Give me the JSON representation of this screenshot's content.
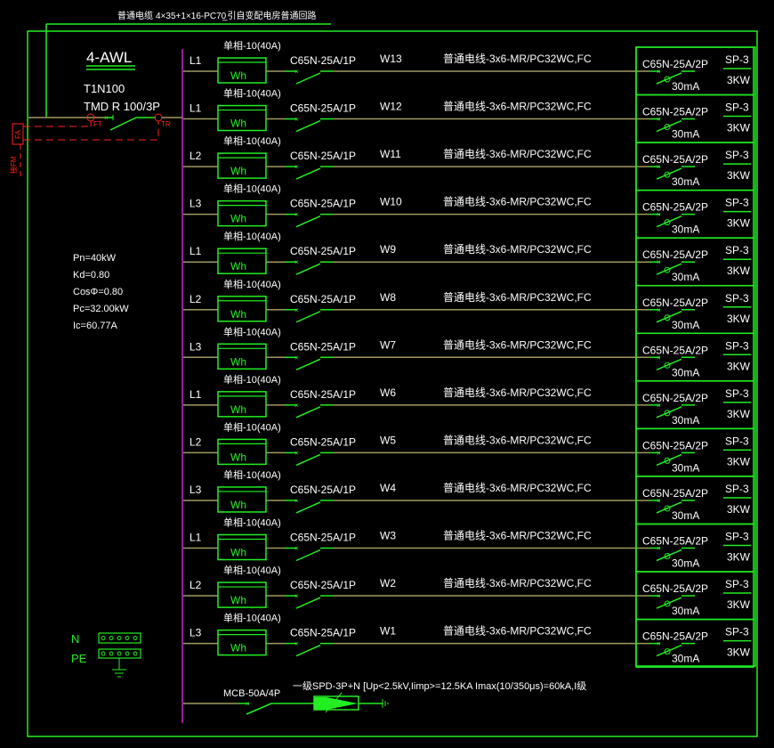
{
  "header": {
    "cable_label": "普通电缆",
    "cable_spec": "4×35+1×16-PC70",
    "cable_note": "_引自变配电房普通回路"
  },
  "panel": {
    "name": "4-AWL",
    "main_breaker_model": "T1N100",
    "main_breaker_trip": "TMD R 100/3P",
    "ft_label": "FT",
    "tr_label": "TR",
    "fa_label": "FA",
    "fm_label": "接FM"
  },
  "load_calc": {
    "pn": "Pn=40kW",
    "kd": "Kd=0.80",
    "cos": "CosΦ=0.80",
    "pc": "Pc=32.00kW",
    "ic": "Ic=60.77A"
  },
  "terminals": {
    "n_label": "N",
    "pe_label": "PE"
  },
  "circuits": [
    {
      "phase": "L1",
      "meter_spec": "单相-10(40A)",
      "meter": "Wh",
      "breaker": "C65N-25A/1P",
      "id": "W13",
      "cable": "普通电线-3x6-MR/PC32WC,FC",
      "rcd": "C65N-25A/2P",
      "rcd_ma": "30mA",
      "load": "SP-3",
      "power": "3KW"
    },
    {
      "phase": "L1",
      "meter_spec": "单相-10(40A)",
      "meter": "Wh",
      "breaker": "C65N-25A/1P",
      "id": "W12",
      "cable": "普通电线-3x6-MR/PC32WC,FC",
      "rcd": "C65N-25A/2P",
      "rcd_ma": "30mA",
      "load": "SP-3",
      "power": "3KW"
    },
    {
      "phase": "L2",
      "meter_spec": "单相-10(40A)",
      "meter": "Wh",
      "breaker": "C65N-25A/1P",
      "id": "W11",
      "cable": "普通电线-3x6-MR/PC32WC,FC",
      "rcd": "C65N-25A/2P",
      "rcd_ma": "30mA",
      "load": "SP-3",
      "power": "3KW"
    },
    {
      "phase": "L3",
      "meter_spec": "单相-10(40A)",
      "meter": "Wh",
      "breaker": "C65N-25A/1P",
      "id": "W10",
      "cable": "普通电线-3x6-MR/PC32WC,FC",
      "rcd": "C65N-25A/2P",
      "rcd_ma": "30mA",
      "load": "SP-3",
      "power": "3KW"
    },
    {
      "phase": "L1",
      "meter_spec": "单相-10(40A)",
      "meter": "Wh",
      "breaker": "C65N-25A/1P",
      "id": "W9",
      "cable": "普通电线-3x6-MR/PC32WC,FC",
      "rcd": "C65N-25A/2P",
      "rcd_ma": "30mA",
      "load": "SP-3",
      "power": "3KW"
    },
    {
      "phase": "L2",
      "meter_spec": "单相-10(40A)",
      "meter": "Wh",
      "breaker": "C65N-25A/1P",
      "id": "W8",
      "cable": "普通电线-3x6-MR/PC32WC,FC",
      "rcd": "C65N-25A/2P",
      "rcd_ma": "30mA",
      "load": "SP-3",
      "power": "3KW"
    },
    {
      "phase": "L3",
      "meter_spec": "单相-10(40A)",
      "meter": "Wh",
      "breaker": "C65N-25A/1P",
      "id": "W7",
      "cable": "普通电线-3x6-MR/PC32WC,FC",
      "rcd": "C65N-25A/2P",
      "rcd_ma": "30mA",
      "load": "SP-3",
      "power": "3KW"
    },
    {
      "phase": "L1",
      "meter_spec": "单相-10(40A)",
      "meter": "Wh",
      "breaker": "C65N-25A/1P",
      "id": "W6",
      "cable": "普通电线-3x6-MR/PC32WC,FC",
      "rcd": "C65N-25A/2P",
      "rcd_ma": "30mA",
      "load": "SP-3",
      "power": "3KW"
    },
    {
      "phase": "L2",
      "meter_spec": "单相-10(40A)",
      "meter": "Wh",
      "breaker": "C65N-25A/1P",
      "id": "W5",
      "cable": "普通电线-3x6-MR/PC32WC,FC",
      "rcd": "C65N-25A/2P",
      "rcd_ma": "30mA",
      "load": "SP-3",
      "power": "3KW"
    },
    {
      "phase": "L3",
      "meter_spec": "单相-10(40A)",
      "meter": "Wh",
      "breaker": "C65N-25A/1P",
      "id": "W4",
      "cable": "普通电线-3x6-MR/PC32WC,FC",
      "rcd": "C65N-25A/2P",
      "rcd_ma": "30mA",
      "load": "SP-3",
      "power": "3KW"
    },
    {
      "phase": "L1",
      "meter_spec": "单相-10(40A)",
      "meter": "Wh",
      "breaker": "C65N-25A/1P",
      "id": "W3",
      "cable": "普通电线-3x6-MR/PC32WC,FC",
      "rcd": "C65N-25A/2P",
      "rcd_ma": "30mA",
      "load": "SP-3",
      "power": "3KW"
    },
    {
      "phase": "L2",
      "meter_spec": "单相-10(40A)",
      "meter": "Wh",
      "breaker": "C65N-25A/1P",
      "id": "W2",
      "cable": "普通电线-3x6-MR/PC32WC,FC",
      "rcd": "C65N-25A/2P",
      "rcd_ma": "30mA",
      "load": "SP-3",
      "power": "3KW"
    },
    {
      "phase": "L3",
      "meter_spec": "单相-10(40A)",
      "meter": "Wh",
      "breaker": "C65N-25A/1P",
      "id": "W1",
      "cable": "普通电线-3x6-MR/PC32WC,FC",
      "rcd": "C65N-25A/2P",
      "rcd_ma": "30mA",
      "load": "SP-3",
      "power": "3KW"
    }
  ],
  "spd": {
    "mcb": "MCB-50A/4P",
    "spec": "一级SPD-3P+N [Up<2.5kV,Iimp>=12.5KA Imax(10/350μs)=60kA,I级"
  },
  "colors": {
    "background": "#000000",
    "green": "#22ee22",
    "busbar": "#cc22cc",
    "feeder": "#a09a60",
    "alarm": "#ff2222",
    "text": "#ffffff"
  }
}
